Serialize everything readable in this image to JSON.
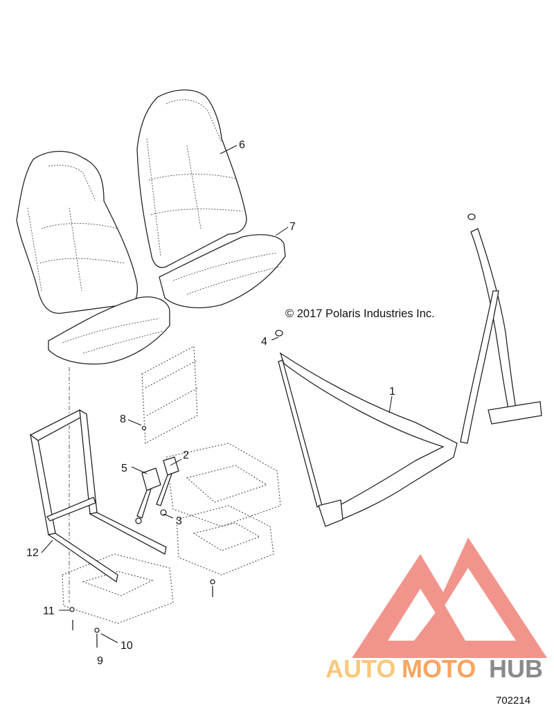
{
  "diagram": {
    "copyright": "© 2017 Polaris Industries Inc.",
    "drawing_number": "702214",
    "callouts": [
      "1",
      "2",
      "3",
      "4",
      "5",
      "6",
      "7",
      "8",
      "9",
      "10",
      "11",
      "12"
    ],
    "watermark": {
      "text_part1": "AUTO",
      "text_part2": "MOTO",
      "text_part3": "HUB",
      "colors": {
        "triangle": "#f08a80",
        "auto": "#f7c87a",
        "moto": "#f6a560",
        "hub": "#8a8a8a"
      }
    }
  }
}
